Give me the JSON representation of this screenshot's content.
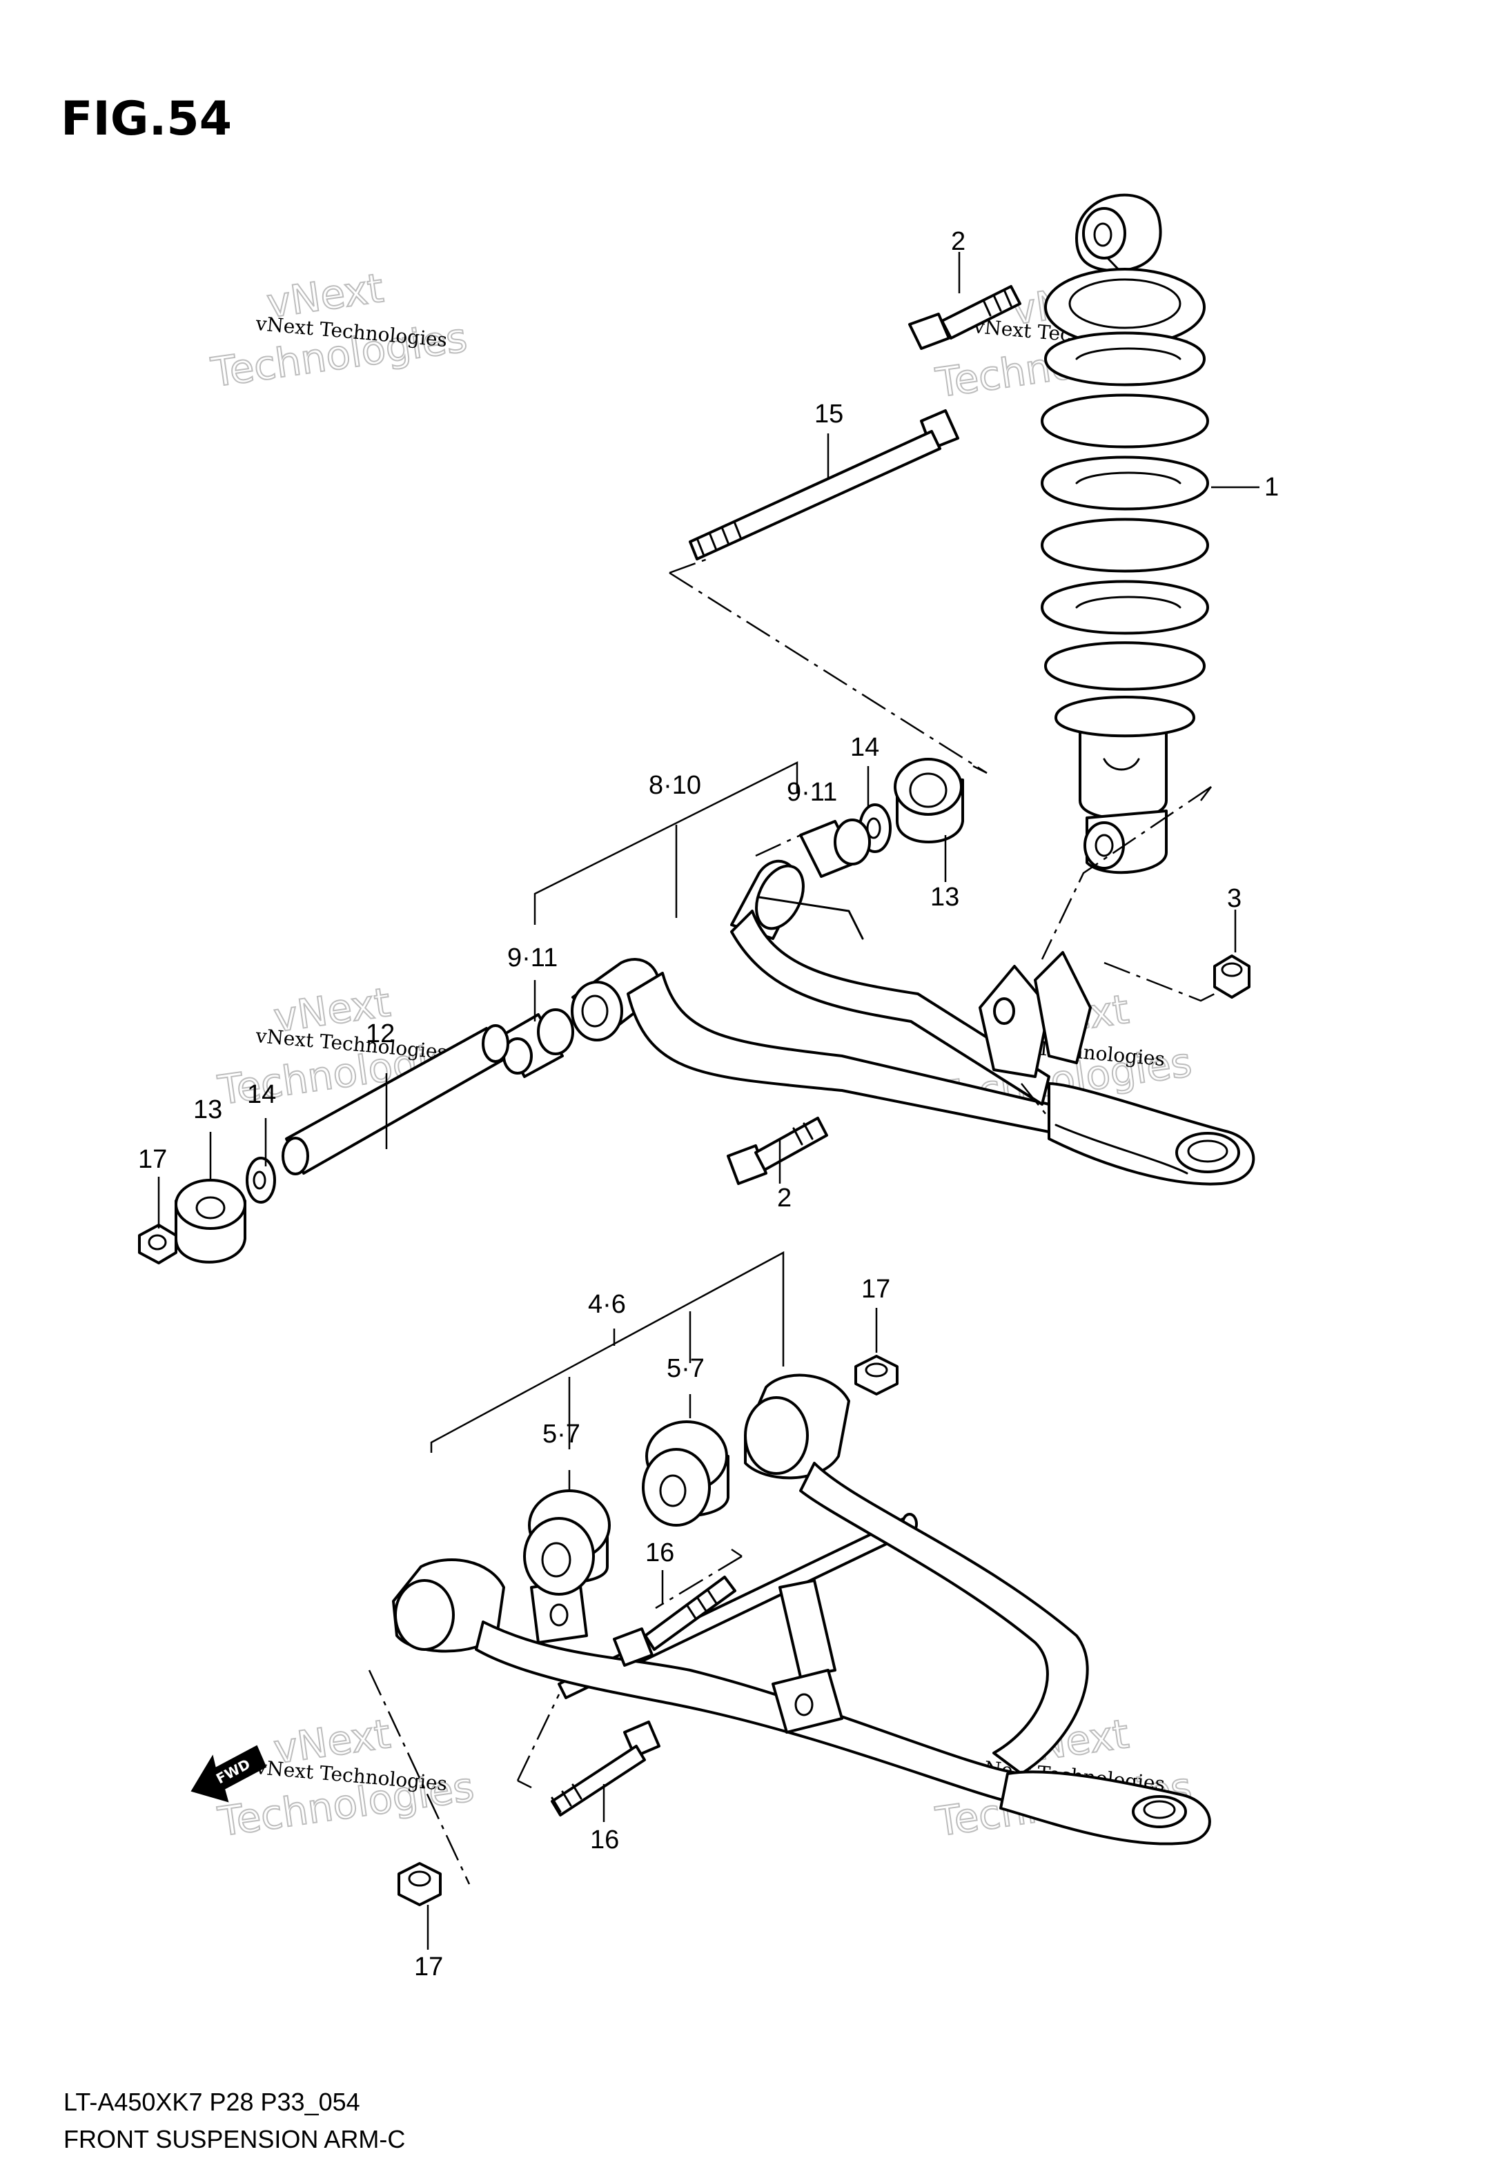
{
  "figure": {
    "label": "FIG.54"
  },
  "watermark": {
    "line1": "vNext Technologies",
    "line2": "Technologies",
    "line3": "vNext"
  },
  "fwd_badge": "FWD",
  "footer": {
    "model_code": "LT-A450XK7 P28 P33_054",
    "caption": "FRONT SUSPENSION ARM-C"
  },
  "callouts": {
    "c1": "1",
    "c2_top": "2",
    "c2_mid": "2",
    "c3": "3",
    "c4_6": "4·6",
    "c5_7_left": "5·7",
    "c5_7_right": "5·7",
    "c8_10": "8·10",
    "c9_11_top": "9·11",
    "c9_11_left": "9·11",
    "c12": "12",
    "c13_right": "13",
    "c13_left": "13",
    "c14_right": "14",
    "c14_left": "14",
    "c15": "15",
    "c16_upper": "16",
    "c16_lower": "16",
    "c17_left": "17",
    "c17_right": "17",
    "c17_bottom": "17"
  }
}
